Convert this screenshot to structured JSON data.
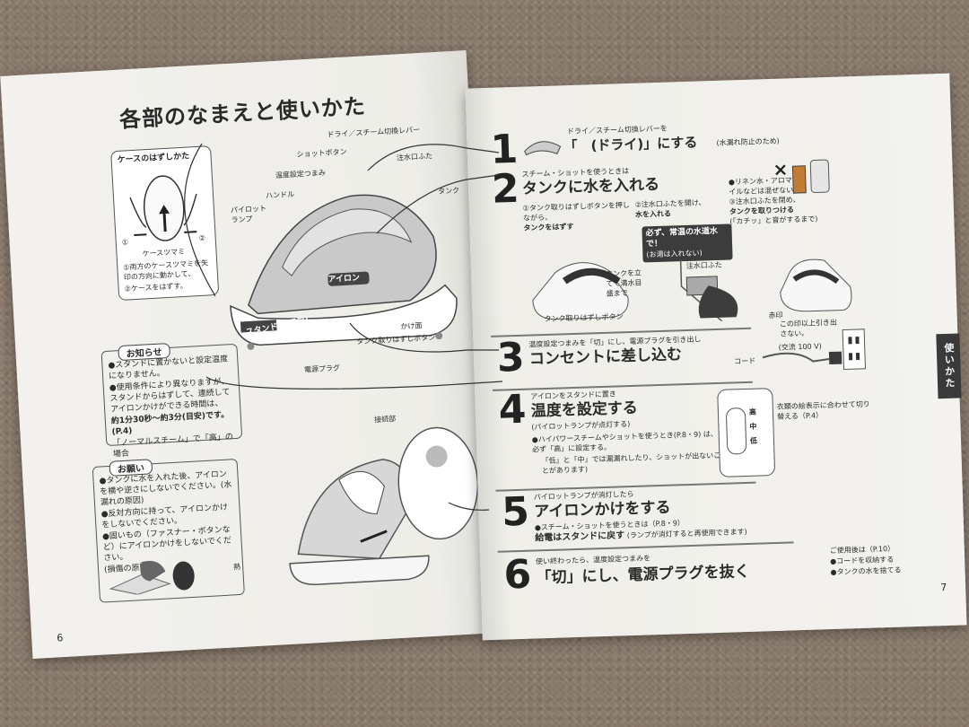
{
  "left": {
    "title": "各部のなまえと使いかた",
    "case_box": {
      "title": "ケースのはずしかた",
      "knob_label": "ケースツマミ",
      "step1": "①両方のケースツマミを矢印の方向に動かして、",
      "step2": "②ケースをはずす。",
      "num1": "①",
      "num2": "②"
    },
    "parts": {
      "dry_steam_lever": "ドライ／スチーム切換レバー",
      "shot_button": "ショットボタン",
      "water_inlet_lid": "注水口ふた",
      "temp_dial": "温度設定つまみ",
      "handle": "ハンドル",
      "pilot_lamp": "パイロットランプ",
      "tank": "タンク",
      "iron": "アイロン",
      "stand": "スタンド(給電用)",
      "ironing_surface": "かけ面",
      "tank_release": "タンク取りはずしボタン",
      "power_plug": "電源プラグ",
      "connector": "接続部",
      "hot": "熱"
    },
    "notice": {
      "title": "お知らせ",
      "items": [
        "●スタンドに置かないと設定温度になりません。",
        "●使用条件により異なりますが、スタンドからはずして、連続してアイロンかけができる時間は、",
        "約1分30秒～約3分(目安)です。(P.4)",
        "「ノーマルスチーム」で「高」の場合"
      ]
    },
    "request": {
      "title": "お願い",
      "items": [
        "●タンクに水を入れた後、アイロンを横や逆さにしないでください。(水漏れの原因)",
        "●反対方向に持って、アイロンかけをしないでください。",
        "●固いもの（ファスナー・ボタンなど）にアイロンかけをしないでください。",
        "(損傷の原因)"
      ]
    },
    "page_number": "6"
  },
  "right": {
    "step1": {
      "num": "1",
      "line1": "ドライ／スチーム切換レバーを",
      "head": "「　(ドライ)」にする",
      "note": "(水漏れ防止のため)"
    },
    "step2": {
      "num": "2",
      "line1": "スチーム・ショットを使うときは",
      "head": "タンクに水を入れる",
      "warn": "●リネン水・アロマオイルなどは混ぜない。",
      "a": "①タンク取りはずしボタンを押しながら、",
      "a_bold": "タンクをはずす",
      "b": "②注水口ふたを開け、",
      "b_bold": "水を入れる",
      "c": "③注水口ふたを閉め、",
      "c_bold": "タンクを取りつける",
      "c_note": "(「カチッ」と音がするまで)",
      "callout": "必ず、常温の水道水で！",
      "callout_sub": "(お湯は入れない)",
      "tilt": "タンクを立てて満水目盛まで",
      "inlet": "注水口ふた",
      "release": "タンク取りはずしボタン"
    },
    "step3": {
      "num": "3",
      "line1": "温度設定つまみを「切」にし、電源プラグを引き出し",
      "head": "コンセントに差し込む",
      "red_mark": "赤印",
      "red_note": "この印以上引き出さない。",
      "ac": "(交流 100 V)",
      "cord": "コード"
    },
    "step4": {
      "num": "4",
      "line1": "アイロンをスタンドに置き",
      "head": "温度を設定する",
      "lamp": "(パイロットランプが点灯する)",
      "note1": "●ハイパワースチームやショットを使うとき(P.8・9) は、必ず「高」に設定する。",
      "note2": "「低」と「中」では漏漏れしたり、ショットが出ないことがあります)",
      "dial_note": "衣類の絵表示に合わせて切り替える（P.4）",
      "d_high": "高",
      "d_mid": "中",
      "d_low": "低"
    },
    "step5": {
      "num": "5",
      "line1": "パイロットランプが消灯したら",
      "head": "アイロンかけをする",
      "note": "●スチーム・ショットを使うときは（P.8・9）",
      "bold": "給電はスタンドに戻す",
      "paren": "(ランプが消灯すると再使用できます)"
    },
    "step6": {
      "num": "6",
      "line1": "使い終わったら、温度設定つまみを",
      "head": "「切」にし、電源プラグを抜く",
      "after": "ご使用後は（P.10）",
      "after1": "●コードを収納する",
      "after2": "●タンクの水を捨てる"
    },
    "side_tab": "使いかた",
    "page_number": "7"
  }
}
